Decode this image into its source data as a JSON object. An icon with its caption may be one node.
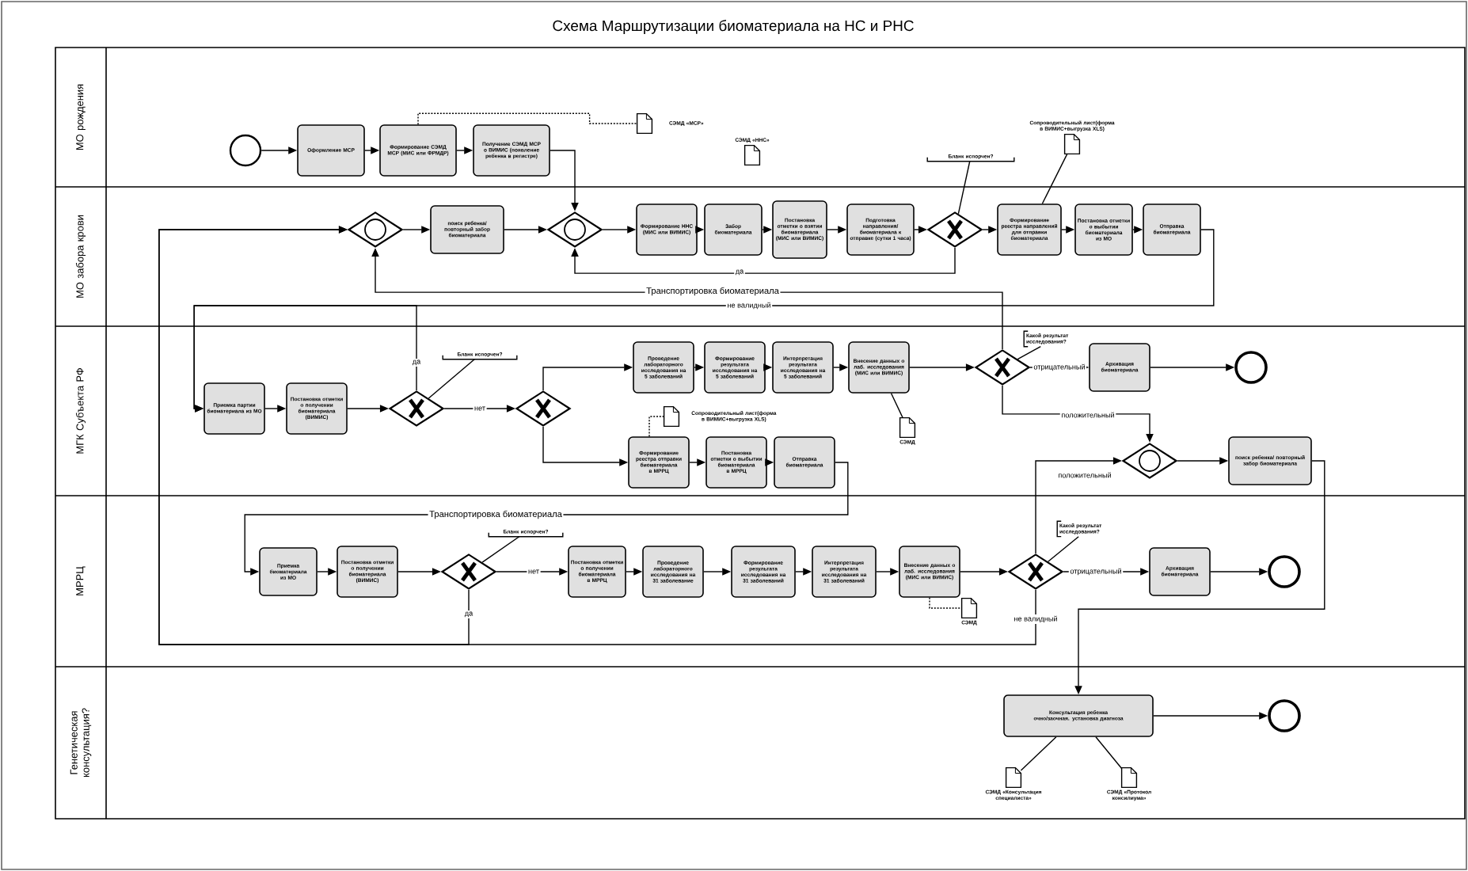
{
  "diagram": {
    "title": "Схема Маршрутизации биоматериала на НС и РНС",
    "nodes": [
      {
        "text": [],
        "shape": "circle"
      },
      {
        "text": [
          "Оформление МСР"
        ]
      },
      {
        "text": [
          "Формирование СЭМД МСР (МИС или ФРМДР)"
        ]
      },
      {
        "text": [
          "Получение СЭМД МСР о ВИМИС (появление ребенка в регистре)"
        ]
      },
      {
        "text": [],
        "shape": "document",
        "beside": [
          "СЭМД «МСР»"
        ]
      },
      {
        "text": [],
        "shape": "document",
        "beside": [
          "СЭМД «ННС»"
        ]
      },
      {
        "text": [],
        "shape": "diamond"
      },
      {
        "text": [
          "поиск ребенка/ повторный забор биоматериала"
        ]
      },
      {
        "text": [],
        "shape": "diamond"
      },
      {
        "text": [
          "Формирование ННС (МИС или ВИМИС)"
        ]
      },
      {
        "text": [
          "Забор биоматериала"
        ]
      },
      {
        "text": [
          "Постановка отметки о взятии биоматериала (МИС или ВИМИС)"
        ]
      },
      {
        "text": [
          "Подготовка направления/ биоматериала к отправке (сутки 1 часа)"
        ]
      },
      {
        "text": [],
        "shape": "diamond"
      },
      {
        "text": [
          "Формирование реестра направлений для отправки биоматериала"
        ]
      },
      {
        "text": [
          "Постановка отметки о выбытии биоматериала из МО"
        ]
      },
      {
        "text": [
          "Отправка биоматериала"
        ]
      },
      {
        "text": [
          "Бланк испорчен?"
        ]
      },
      {
        "text": [],
        "shape": "document",
        "beside": [
          "Сопроводительный лист(форма в ВИМИС+выгрузка XLS)"
        ]
      },
      {
        "text": [
          "Приемка партии биоматериала из МО"
        ]
      },
      {
        "text": [
          "Постановка отметки о получении биоматериала (ВИМИС)"
        ]
      },
      {
        "text": [],
        "shape": "diamond"
      },
      {
        "text": [
          "Бланк испорчен?"
        ]
      },
      {
        "text": [],
        "shape": "diamond"
      },
      {
        "text": [
          "Проведение лабораторного исследования на 5 заболеваний"
        ]
      },
      {
        "text": [
          "Формирование результата исследования на 5 заболеваний"
        ]
      },
      {
        "text": [
          "Интерпретация результата исследования на 5 заболеваний"
        ]
      },
      {
        "text": [
          "Внесение данных о лаб. исследования (МИС или ВИМИС)"
        ]
      },
      {
        "text": [],
        "shape": "document",
        "beside": [
          "СЭМД"
        ]
      },
      {
        "text": [
          "Формирование реестра отправки биоматериала в МРРЦ"
        ]
      },
      {
        "text": [],
        "shape": "document",
        "beside": [
          "Сопроводительный лист(форма в ВИМИС+выгрузка XLS)"
        ]
      },
      {
        "text": [
          "Постановка отметки о выбытии биоматериала в МРРЦ"
        ]
      },
      {
        "text": [
          "Отправка биоматериала"
        ]
      },
      {
        "text": [],
        "shape": "diamond"
      },
      {
        "text": [
          "Какой результат исследования?"
        ]
      },
      {
        "text": [
          "Архивация биоматериала"
        ]
      },
      {
        "text": [],
        "shape": "circle"
      },
      {
        "text": [],
        "shape": "diamond"
      },
      {
        "text": [
          "поиск ребенка/ повторный забор биоматериала"
        ]
      },
      {
        "text": [
          "Приемка биоматериала из МО"
        ]
      },
      {
        "text": [
          "Постановка отметки о получении биоматериала (ВИМИС)"
        ]
      },
      {
        "text": [],
        "shape": "diamond"
      },
      {
        "text": [
          "Бланк испорчен?"
        ]
      },
      {
        "text": [
          "Постановка отметки о получении биоматериала в МРРЦ"
        ]
      },
      {
        "text": [
          "Проведение лабораторного исследования на 31 заболевание"
        ]
      },
      {
        "text": [
          "Формирование результата исследования на 31 заболеваний"
        ]
      },
      {
        "text": [
          "Интерпретация результата исследования на 31 заболеваний"
        ]
      },
      {
        "text": [
          "Внесение данных о лаб. исследования (МИС или ВИМИС)"
        ]
      },
      {
        "text": [],
        "shape": "document",
        "beside": [
          "СЭМД"
        ]
      },
      {
        "text": [],
        "shape": "diamond"
      },
      {
        "text": [
          "Какой результат исследования?"
        ]
      },
      {
        "text": [
          "Архивация биоматериала"
        ]
      },
      {
        "text": [],
        "shape": "circle"
      },
      {
        "text": [
          "Консультация ребенка очно/заочная. установка диагноза"
        ]
      },
      {
        "text": [],
        "shape": "circle"
      },
      {
        "text": [],
        "shape": "document",
        "beside": [
          "СЭМД «Консультация специалиста»"
        ]
      },
      {
        "text": [],
        "shape": "document",
        "beside": [
          "СЭМД «Протокол консилиума»"
        ]
      }
    ],
    "edges": [
      {
        "from": 0,
        "to": 1,
        "arrow": "to"
      },
      {
        "from": 1,
        "to": 2,
        "arrow": "to"
      },
      {
        "from": 2,
        "to": 3,
        "arrow": "to"
      },
      {
        "from": 2,
        "to": 4,
        "arrow": "none",
        "style": "dashed"
      },
      {
        "from": 3,
        "to": 8,
        "arrow": "to"
      },
      {
        "from": 6,
        "to": 7,
        "arrow": "to"
      },
      {
        "from": 7,
        "to": 8,
        "arrow": "to"
      },
      {
        "from": 8,
        "to": 9,
        "arrow": "to"
      },
      {
        "from": 9,
        "to": 10,
        "arrow": "to"
      },
      {
        "from": 10,
        "to": 11,
        "arrow": "to"
      },
      {
        "from": 11,
        "to": 12,
        "arrow": "to"
      },
      {
        "from": 12,
        "to": 13,
        "arrow": "to"
      },
      {
        "from": 13,
        "to": 14,
        "arrow": "to"
      },
      {
        "from": 14,
        "to": 15,
        "arrow": "to"
      },
      {
        "from": 15,
        "to": 16,
        "arrow": "to"
      },
      {
        "from": 17,
        "to": 13,
        "arrow": "none"
      },
      {
        "from": 18,
        "to": 14,
        "arrow": "none"
      },
      {
        "from": 13,
        "to": 8,
        "arrow": "to",
        "label": "да"
      },
      {
        "from": 33,
        "to": 6,
        "arrow": "to",
        "label": "Транспортировка биоматериала"
      },
      {
        "from": 16,
        "to": 19,
        "arrow": "to",
        "label": "не валидный"
      },
      {
        "from": 21,
        "to": 19,
        "arrow": "to",
        "label": "да"
      },
      {
        "from": 19,
        "to": 20,
        "arrow": "to"
      },
      {
        "from": 20,
        "to": 21,
        "arrow": "to"
      },
      {
        "from": 22,
        "to": 21,
        "arrow": "none"
      },
      {
        "from": 21,
        "to": 23,
        "arrow": "to",
        "label": "нет"
      },
      {
        "from": 23,
        "to": 24,
        "arrow": "to"
      },
      {
        "from": 23,
        "to": 29,
        "arrow": "to"
      },
      {
        "from": 24,
        "to": 25,
        "arrow": "to"
      },
      {
        "from": 25,
        "to": 26,
        "arrow": "to"
      },
      {
        "from": 26,
        "to": 27,
        "arrow": "to"
      },
      {
        "from": 27,
        "to": 28,
        "arrow": "none"
      },
      {
        "from": 30,
        "to": 29,
        "arrow": "none",
        "style": "dashed"
      },
      {
        "from": 29,
        "to": 31,
        "arrow": "to"
      },
      {
        "from": 31,
        "to": 32,
        "arrow": "to"
      },
      {
        "from": 27,
        "to": 33,
        "arrow": "to"
      },
      {
        "from": 34,
        "to": 33,
        "arrow": "none"
      },
      {
        "from": 33,
        "to": 35,
        "arrow": "to",
        "label": "отрицательный"
      },
      {
        "from": 35,
        "to": 36,
        "arrow": "to"
      },
      {
        "from": 33,
        "to": 37,
        "arrow": "to",
        "label": "положительный"
      },
      {
        "from": 49,
        "to": 37,
        "arrow": "to",
        "label": "положительный"
      },
      {
        "from": 37,
        "to": 38,
        "arrow": "to"
      },
      {
        "from": 38,
        "to": 53,
        "arrow": "to"
      },
      {
        "from": 32,
        "to": 39,
        "arrow": "to",
        "label": "Транспортировка биоматериала"
      },
      {
        "from": 39,
        "to": 40,
        "arrow": "to"
      },
      {
        "from": 40,
        "to": 41,
        "arrow": "to"
      },
      {
        "from": 42,
        "to": 41,
        "arrow": "none"
      },
      {
        "from": 41,
        "to": 43,
        "arrow": "to",
        "label": "нет"
      },
      {
        "from": 41,
        "to": 6,
        "arrow": "to",
        "label": "да"
      },
      {
        "from": 43,
        "to": 44,
        "arrow": "to"
      },
      {
        "from": 44,
        "to": 45,
        "arrow": "to"
      },
      {
        "from": 45,
        "to": 46,
        "arrow": "to"
      },
      {
        "from": 46,
        "to": 47,
        "arrow": "to"
      },
      {
        "from": 47,
        "to": 48,
        "arrow": "none",
        "style": "dashed"
      },
      {
        "from": 47,
        "to": 49,
        "arrow": "to"
      },
      {
        "from": 50,
        "to": 49,
        "arrow": "none"
      },
      {
        "from": 49,
        "to": 51,
        "arrow": "to",
        "label": "отрицательный"
      },
      {
        "from": 51,
        "to": 52,
        "arrow": "to"
      },
      {
        "from": 49,
        "to": 6,
        "arrow": "to",
        "label": "не валидный"
      },
      {
        "from": 53,
        "to": 54,
        "arrow": "to"
      },
      {
        "from": 53,
        "to": 55,
        "arrow": "none"
      },
      {
        "from": 53,
        "to": 56,
        "arrow": "none"
      }
    ],
    "labels": [
      "МО рождения",
      "МО забора крови",
      "МГК Субъекта РФ",
      "МРРЦ",
      "Генетическая консультация?"
    ]
  }
}
